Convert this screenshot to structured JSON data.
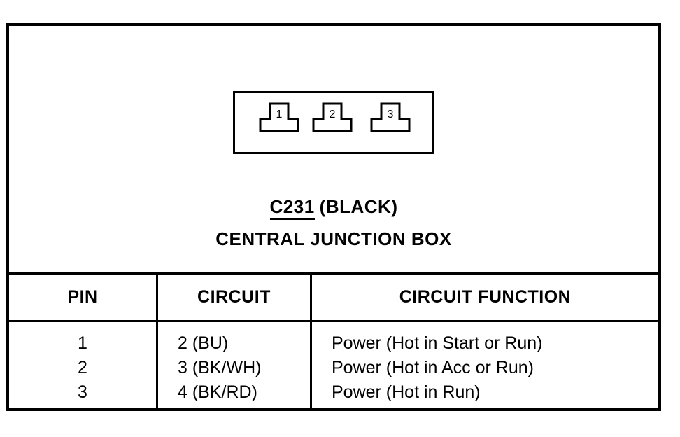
{
  "diagram": {
    "connector": {
      "pins": [
        {
          "number": "1"
        },
        {
          "number": "2"
        },
        {
          "number": "3"
        }
      ],
      "title_code": "C231",
      "title_suffix": "(BLACK)",
      "subtitle": "CENTRAL JUNCTION BOX"
    },
    "table": {
      "headers": [
        "PIN",
        "CIRCUIT",
        "CIRCUIT FUNCTION"
      ],
      "rows": [
        {
          "pin": "1",
          "circuit": "2 (BU)",
          "function": "Power (Hot in Start or Run)"
        },
        {
          "pin": "2",
          "circuit": "3 (BK/WH)",
          "function": "Power (Hot in Acc or Run)"
        },
        {
          "pin": "3",
          "circuit": "4 (BK/RD)",
          "function": "Power (Hot in Run)"
        }
      ]
    },
    "colors": {
      "ink": "#000000",
      "paper": "#ffffff"
    }
  }
}
